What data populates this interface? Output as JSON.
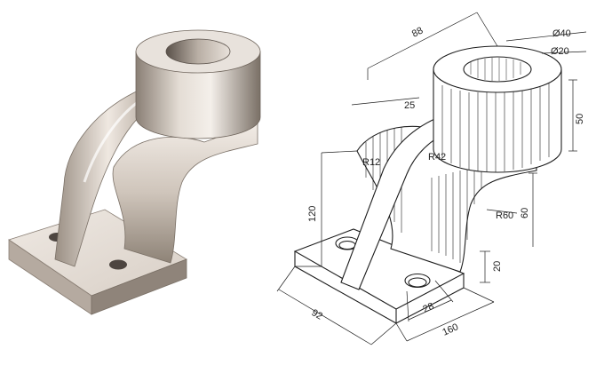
{
  "dimensions": {
    "d40": "Ø40",
    "d20": "Ø20",
    "w88": "88",
    "h50": "50",
    "w25": "25",
    "r12": "R12",
    "r42": "R42",
    "h120": "120",
    "h60": "60",
    "r60": "R60",
    "h20": "20",
    "w28": "28",
    "w92": "92",
    "w160": "160"
  }
}
